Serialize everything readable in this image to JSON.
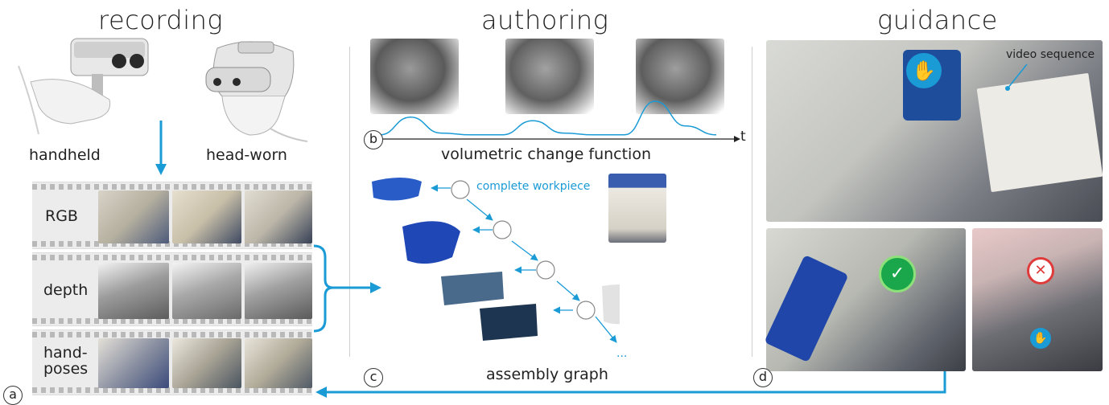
{
  "sections": {
    "recording": "recording",
    "authoring": "authoring",
    "guidance": "guidance"
  },
  "recording": {
    "devices": [
      "handheld",
      "head-worn"
    ],
    "streams": [
      "RGB",
      "depth",
      "hand-\nposes"
    ],
    "panel_letter": "a"
  },
  "authoring": {
    "change_function": {
      "panel_letter": "b",
      "axis_label": "t",
      "caption": "volumetric change function"
    },
    "graph": {
      "panel_letter": "c",
      "root_label": "complete workpiece",
      "ellipsis": "...",
      "caption": "assembly graph"
    }
  },
  "guidance": {
    "panel_letter": "d",
    "callout": "video sequence"
  },
  "colors": {
    "accent": "#1a9bd6",
    "graph_node_fill": "#ffffff",
    "divider": "#cfcfcf"
  },
  "icons": [
    "hand-icon",
    "check-icon",
    "cross-icon",
    "hand-icon"
  ],
  "chart_data": {
    "type": "line",
    "x_label": "t",
    "series": [
      {
        "values": [
          0.05,
          0.55,
          0.1,
          0.05,
          0.05,
          0.45,
          0.1,
          0.05,
          0.05,
          1.0,
          0.3,
          0.05
        ]
      }
    ]
  }
}
